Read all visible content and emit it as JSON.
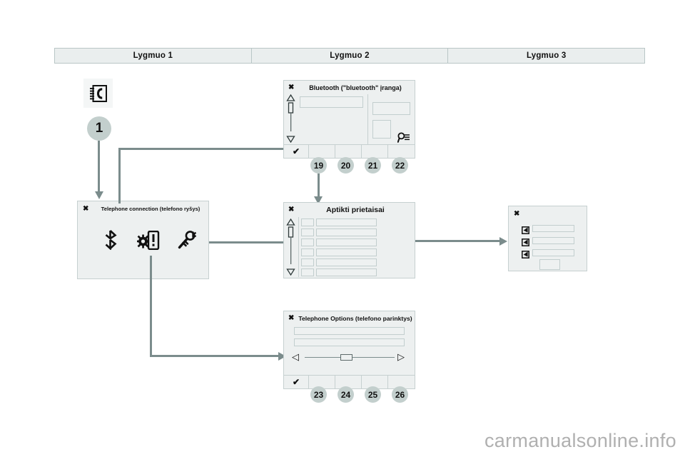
{
  "header": {
    "columns": [
      "Lygmuo 1",
      "Lygmuo 2",
      "Lygmuo 3"
    ]
  },
  "level1": {
    "phonebook_icon": "phonebook-icon",
    "step_badge": "1",
    "panel": {
      "close_icon": "✖",
      "title": "Telephone connection (telefono ryšys)",
      "icons": [
        "bluetooth-icon",
        "phone-settings-alert-icon",
        "device-search-key-icon"
      ]
    }
  },
  "level2": {
    "bluetooth_panel": {
      "close_icon": "✖",
      "title": "Bluetooth (\"bluetooth\" įranga)",
      "search_icon": "magnifier-list-icon",
      "confirm_icon": "✔",
      "badges": [
        "19",
        "20",
        "21",
        "22"
      ]
    },
    "devices_panel": {
      "close_icon": "✖",
      "title": "Aptikti prietaisai",
      "row_count": 6
    },
    "options_panel": {
      "close_icon": "✖",
      "title": "Telephone Options (telefono parinktys)",
      "slider_left_icon": "◁",
      "slider_right_icon": "▷",
      "confirm_icon": "✔",
      "badges": [
        "23",
        "24",
        "25",
        "26"
      ]
    }
  },
  "level3": {
    "panel": {
      "close_icon": "✖",
      "checkbox_count": 3
    }
  },
  "watermark": "carmanualsonline.info",
  "colors": {
    "panel_bg": "#edf0f0",
    "panel_border": "#c6d0d0",
    "connector": "#7b8c8c",
    "badge_bg": "#c3cfcd",
    "header_bg": "#eaeeee"
  }
}
